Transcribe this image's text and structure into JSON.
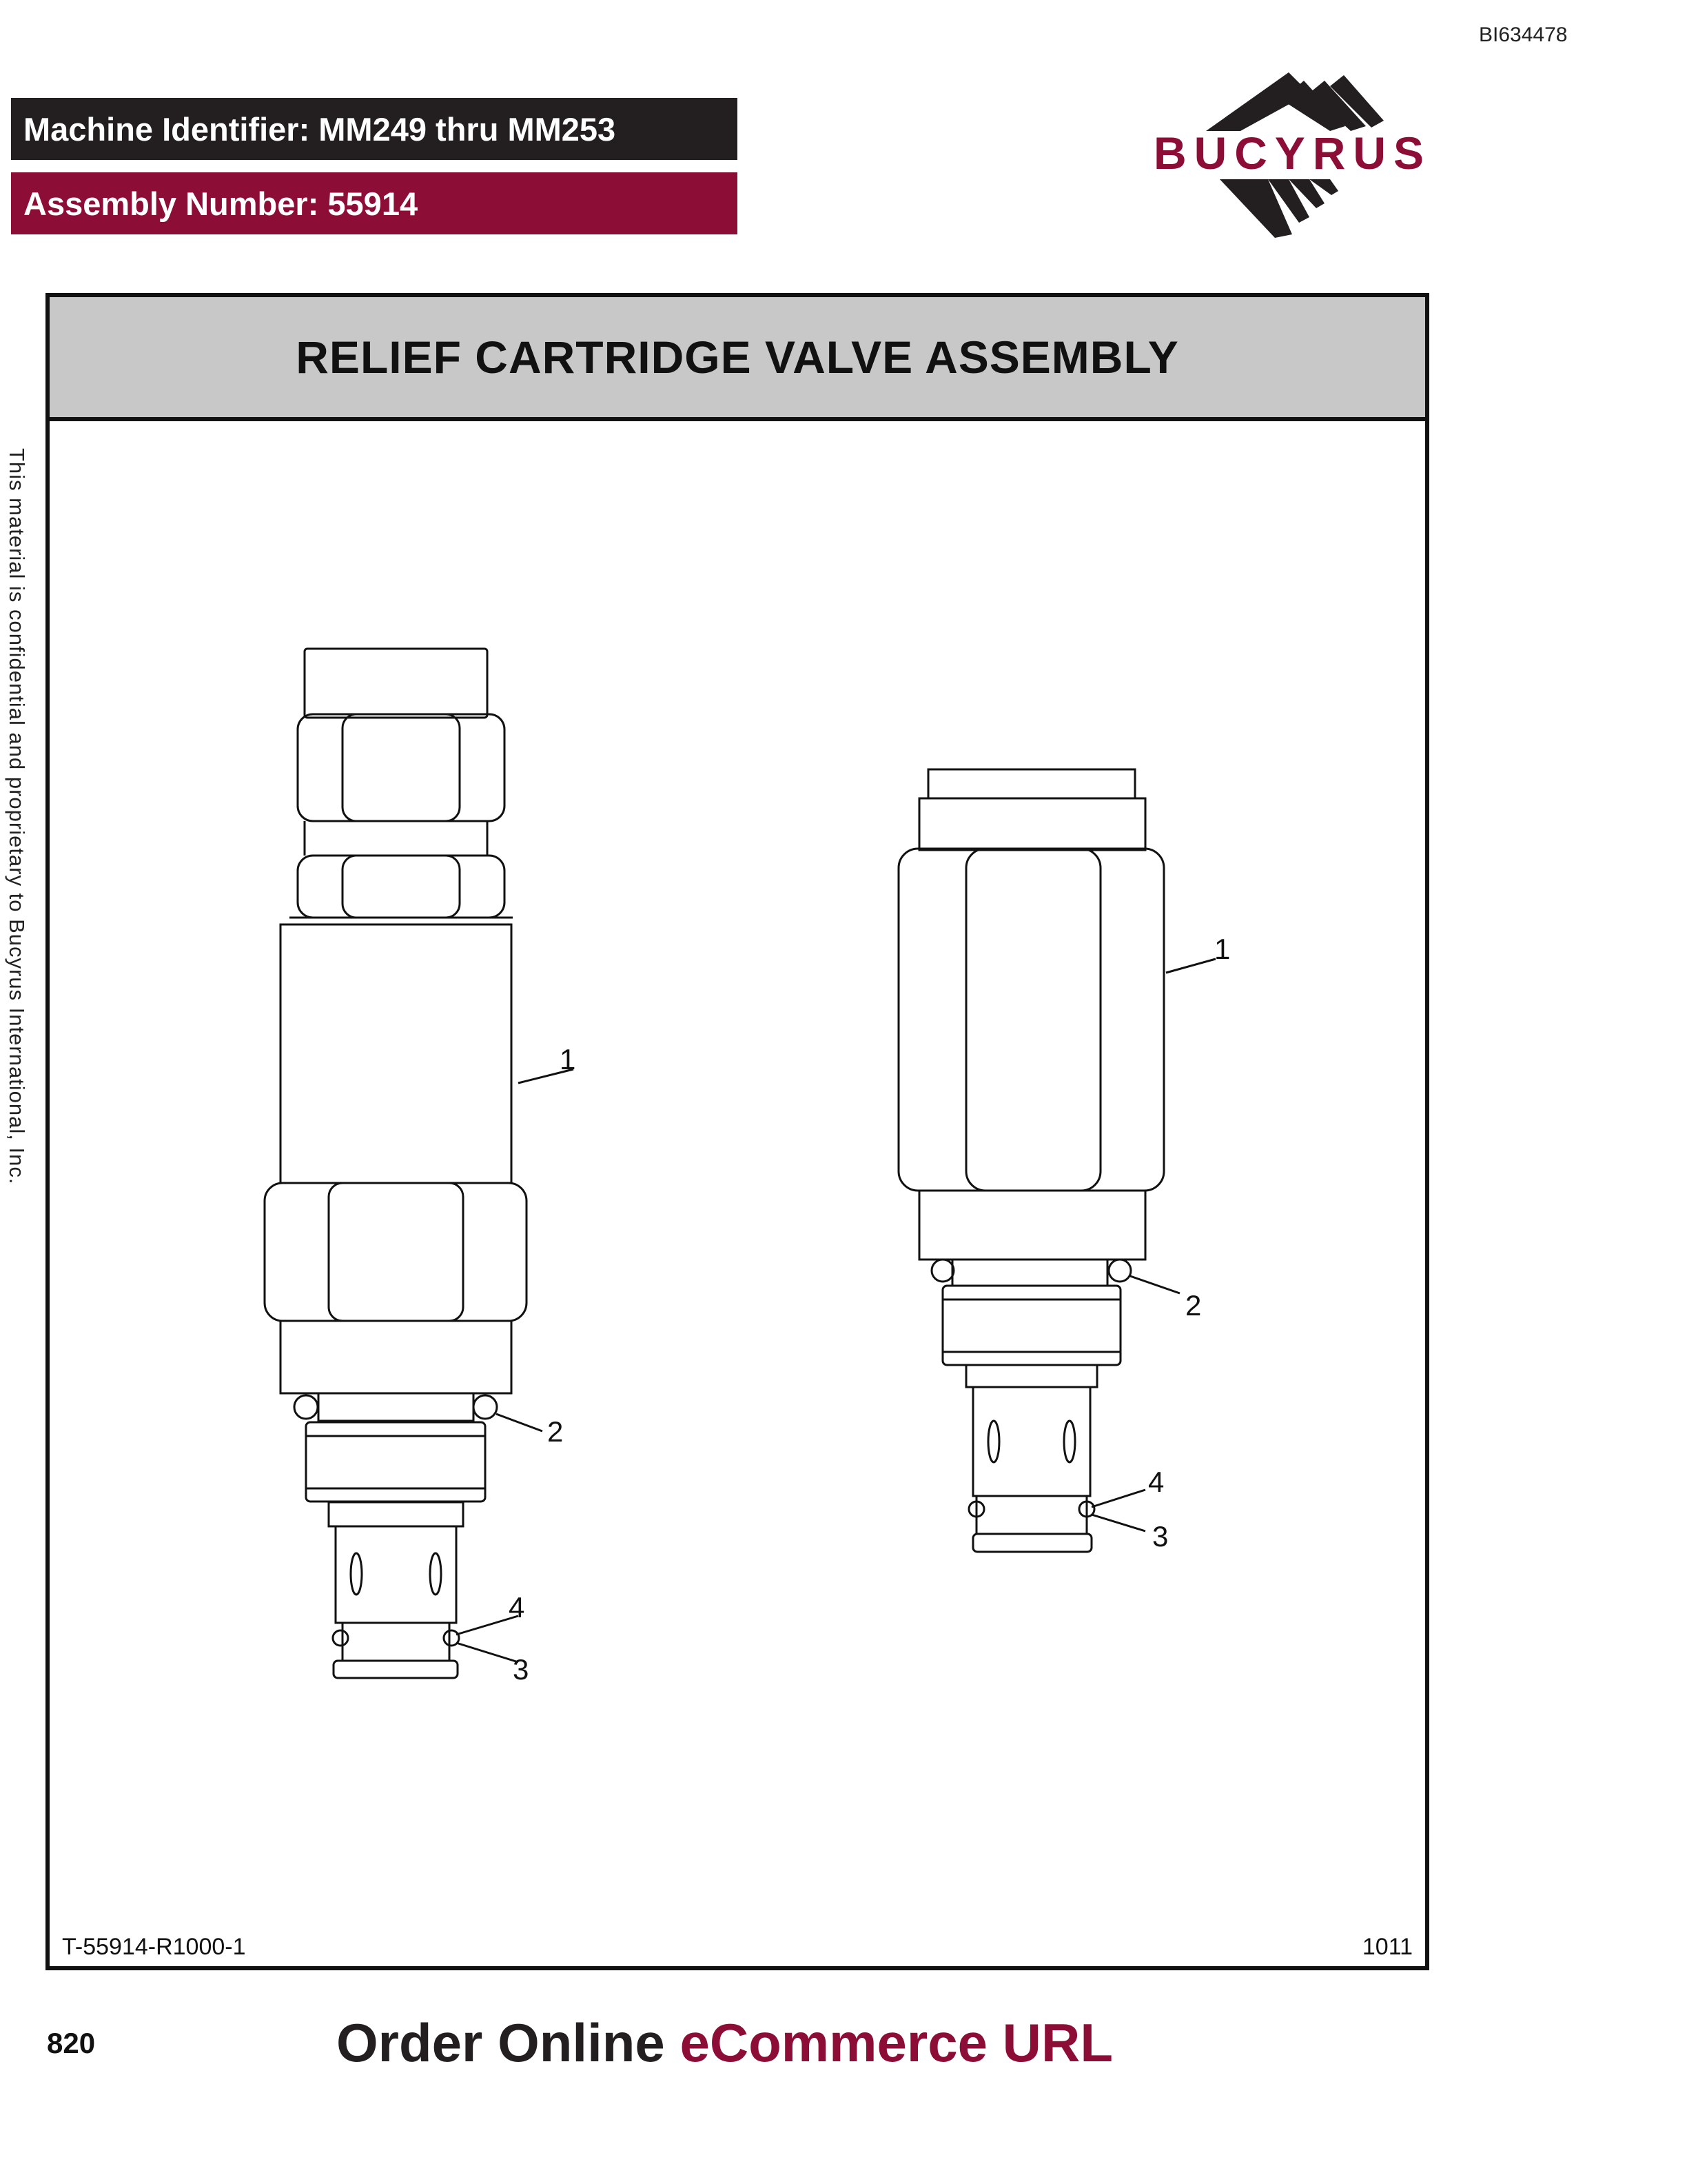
{
  "header": {
    "doc_id": "BI634478",
    "machine_identifier": "Machine Identifier: MM249 thru MM253",
    "assembly_number": "Assembly Number: 55914",
    "brand": "BUCYRUS",
    "brand_color": "#8c0d36",
    "dark_color": "#231f20"
  },
  "diagram": {
    "title": "RELIEF CARTRIDGE VALVE ASSEMBLY",
    "callouts_left": [
      "1",
      "2",
      "4",
      "3"
    ],
    "callouts_right": [
      "1",
      "2",
      "4",
      "3"
    ],
    "drawing_ref": "T-55914-R1000-1",
    "date_code": "1011"
  },
  "side_note": "This material is confidential and proprietary to Bucyrus International, Inc.",
  "footer": {
    "page_number": "820",
    "order_text": "Order Online ",
    "order_link": "eCommerce URL"
  }
}
